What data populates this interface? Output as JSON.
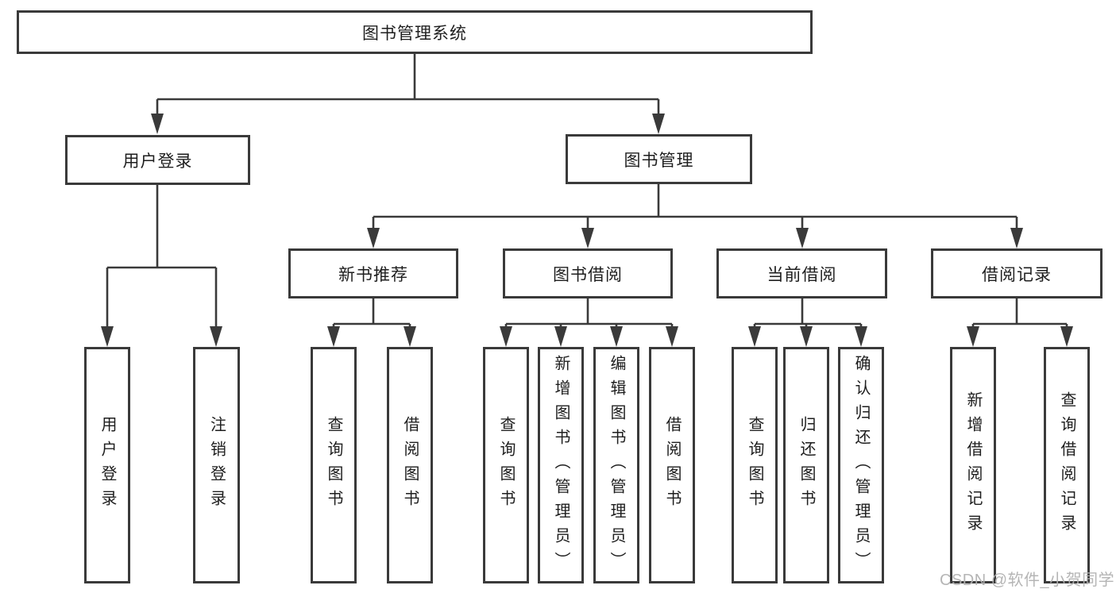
{
  "diagram": {
    "tree": {
      "label": "图书管理系统",
      "children": [
        {
          "label": "用户登录",
          "children": [
            {
              "label": "用户登录"
            },
            {
              "label": "注销登录"
            }
          ]
        },
        {
          "label": "图书管理",
          "children": [
            {
              "label": "新书推荐",
              "children": [
                {
                  "label": "查询图书"
                },
                {
                  "label": "借阅图书"
                }
              ]
            },
            {
              "label": "图书借阅",
              "children": [
                {
                  "label": "查询图书"
                },
                {
                  "label": "新增图书（管理员）"
                },
                {
                  "label": "编辑图书（管理员）"
                },
                {
                  "label": "借阅图书"
                }
              ]
            },
            {
              "label": "当前借阅",
              "children": [
                {
                  "label": "查询图书"
                },
                {
                  "label": "归还图书"
                },
                {
                  "label": "确认归还（管理员）"
                }
              ]
            },
            {
              "label": "借阅记录",
              "children": [
                {
                  "label": "新增借阅记录"
                },
                {
                  "label": "查询借阅记录"
                }
              ]
            }
          ]
        }
      ]
    },
    "watermark": "CSDN @软件_小贺同学",
    "colors": {
      "line": "#3a3a3a",
      "text": "#1e1e1e",
      "watermark": "#b2b2b2",
      "background": "#ffffff"
    }
  }
}
